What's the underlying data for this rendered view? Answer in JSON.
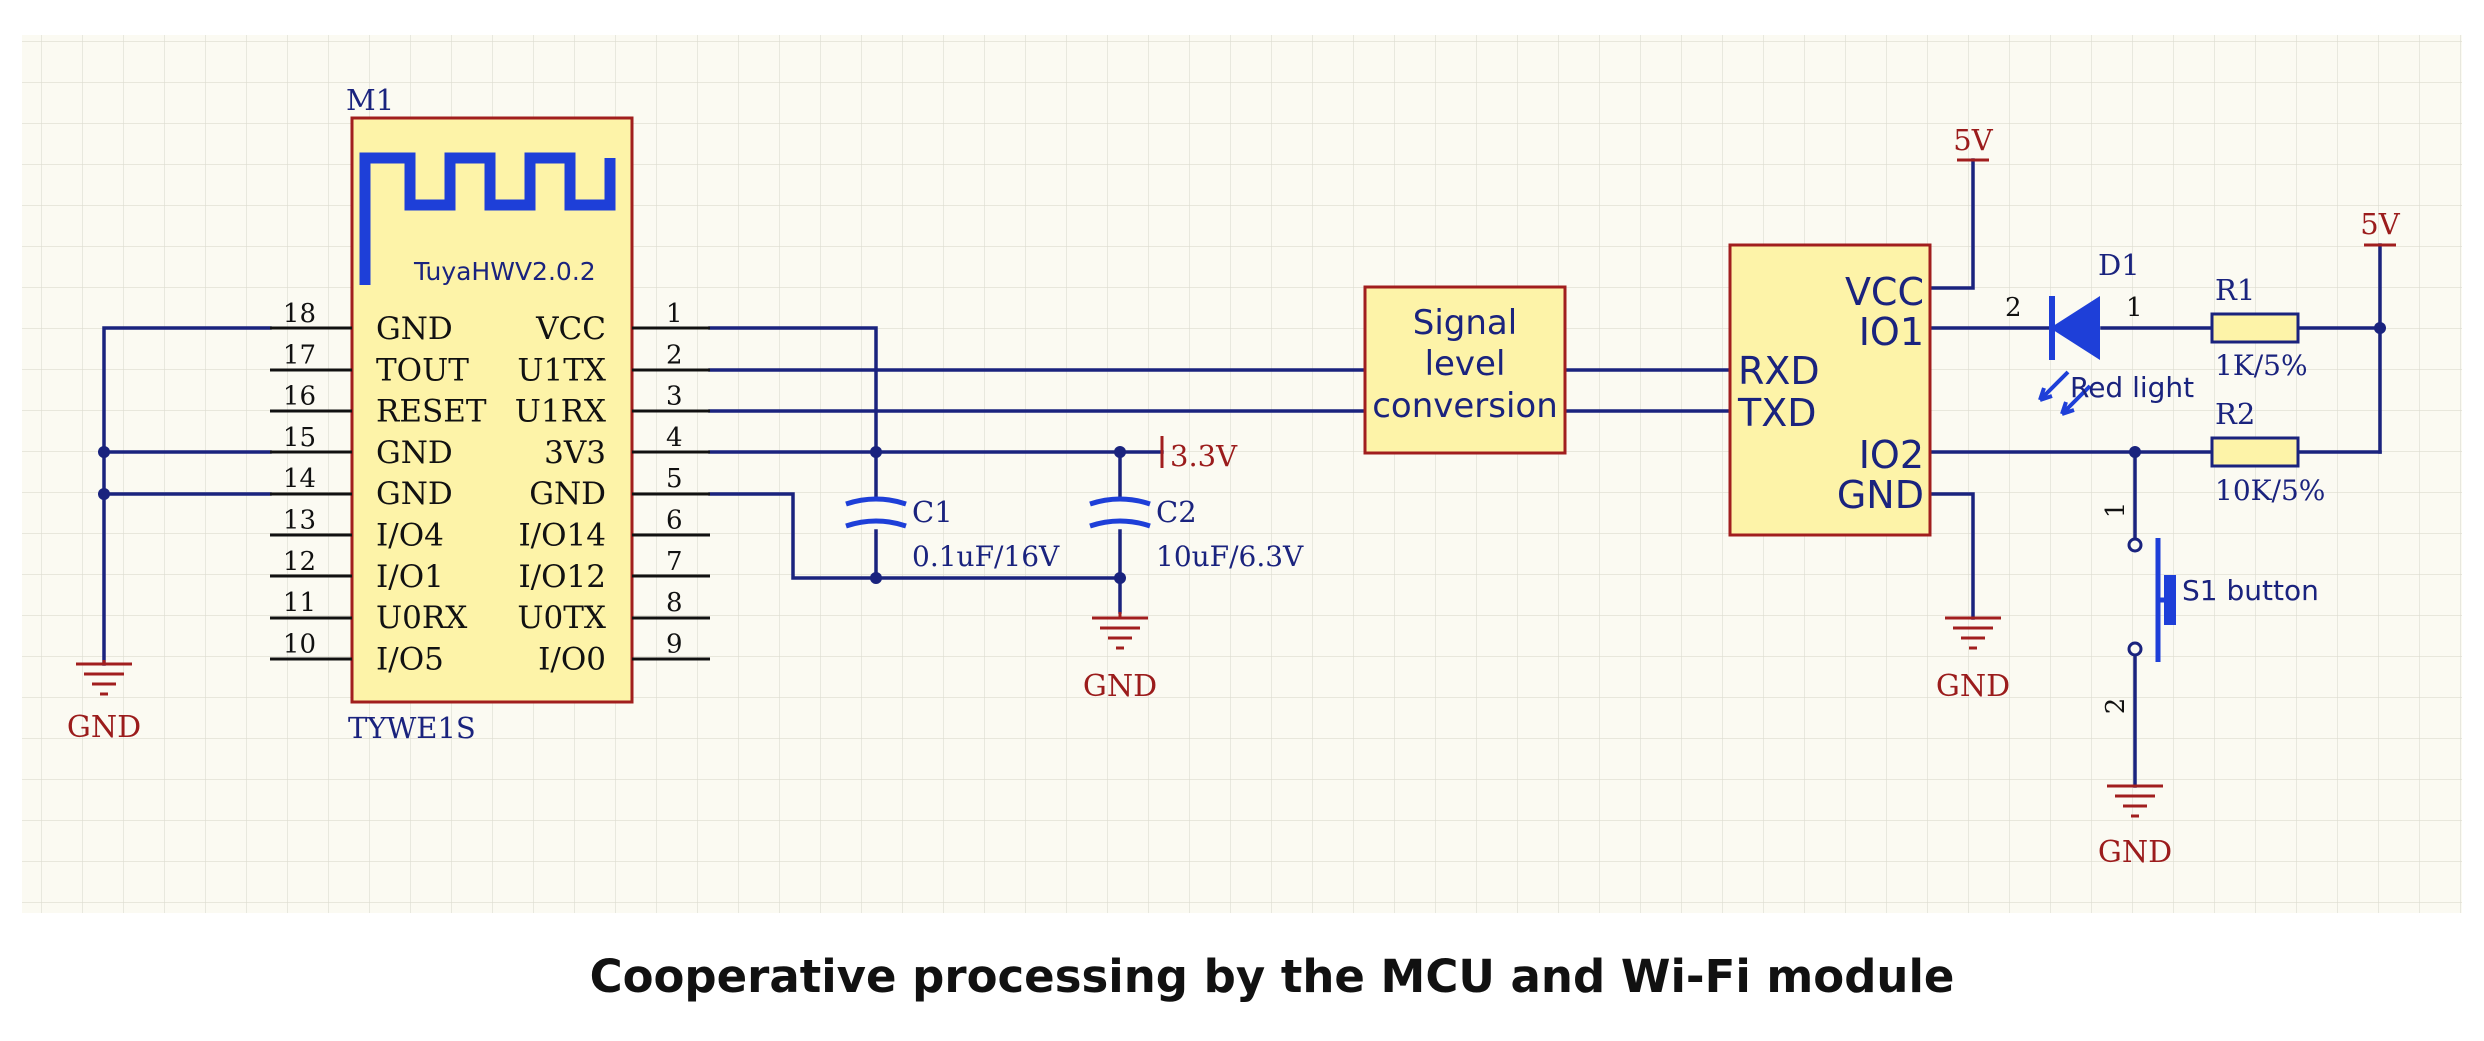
{
  "module": {
    "ref": "M1",
    "antenna_label": "TuyaHWV2.0.2",
    "part_name": "TYWE1S",
    "left_pins": [
      {
        "num": "18",
        "name": "GND"
      },
      {
        "num": "17",
        "name": "TOUT"
      },
      {
        "num": "16",
        "name": "RESET"
      },
      {
        "num": "15",
        "name": "GND"
      },
      {
        "num": "14",
        "name": "GND"
      },
      {
        "num": "13",
        "name": "I/O4"
      },
      {
        "num": "12",
        "name": "I/O1"
      },
      {
        "num": "11",
        "name": "U0RX"
      },
      {
        "num": "10",
        "name": "I/O5"
      }
    ],
    "right_pins": [
      {
        "num": "1",
        "name": "VCC"
      },
      {
        "num": "2",
        "name": "U1TX"
      },
      {
        "num": "3",
        "name": "U1RX"
      },
      {
        "num": "4",
        "name": "3V3"
      },
      {
        "num": "5",
        "name": "GND"
      },
      {
        "num": "6",
        "name": "I/O14"
      },
      {
        "num": "7",
        "name": "I/O12"
      },
      {
        "num": "8",
        "name": "U0TX"
      },
      {
        "num": "9",
        "name": "I/O0"
      }
    ]
  },
  "signal_block": {
    "line1": "Signal",
    "line2": "level",
    "line3": "conversion"
  },
  "mcu": {
    "pins": {
      "vcc": "VCC",
      "io1": "IO1",
      "rxd": "RXD",
      "txd": "TXD",
      "io2": "IO2",
      "gnd": "GND"
    }
  },
  "capacitors": {
    "c1": {
      "ref": "C1",
      "value": "0.1uF/16V"
    },
    "c2": {
      "ref": "C2",
      "value": "10uF/6.3V"
    }
  },
  "power": {
    "v33": "3.3V",
    "v5_mcu": "5V",
    "v5_right": "5V"
  },
  "gnd_label": "GND",
  "diode": {
    "ref": "D1",
    "label": "Red light",
    "pin_a": "2",
    "pin_k": "1"
  },
  "resistors": {
    "r1": {
      "ref": "R1",
      "value": "1K/5%"
    },
    "r2": {
      "ref": "R2",
      "value": "10K/5%"
    }
  },
  "button": {
    "label": "S1 button",
    "pin_top": "1",
    "pin_bottom": "2"
  },
  "caption": "Cooperative processing by the MCU and Wi-Fi module",
  "colors": {
    "wire": "#1a237e",
    "component_outline": "#a11e1e",
    "ic_fill": "#fdf3a8",
    "grid_bg": "#fbfaf2"
  }
}
